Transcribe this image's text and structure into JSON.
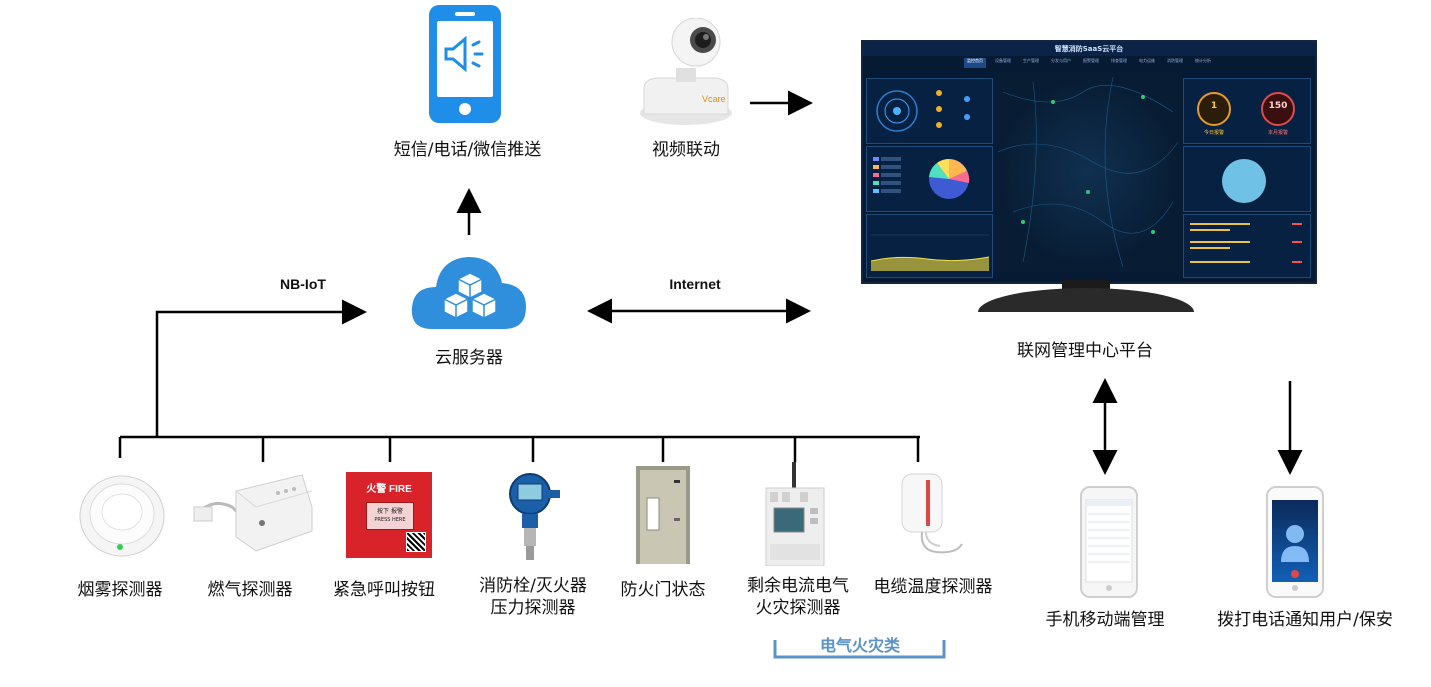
{
  "nodes": {
    "sms": "短信/电话/微信推送",
    "video": "视频联动",
    "cloud": "云服务器",
    "platform": "联网管理中心平台",
    "mobile": "手机移动端管理",
    "call": "拨打电话通知用户/保安",
    "smoke": "烟雾探测器",
    "gas": "燃气探测器",
    "button": "紧急呼叫按钮",
    "hydrant_line1": "消防栓/灭火器",
    "hydrant_line2": "压力探测器",
    "door": "防火门状态",
    "residual_line1": "剩余电流电气",
    "residual_line2": "火灾探测器",
    "cable": "电缆温度探测器"
  },
  "links": {
    "nbiot": "NB-IoT",
    "internet": "Internet"
  },
  "group_label": "电气火灾类",
  "camera_brand": "Vcare",
  "alarm_button": {
    "header": "火警 FIRE",
    "press": "按下 报警",
    "press_en": "PRESS HERE"
  },
  "dashboard": {
    "title": "智慧消防SaaS云平台",
    "nav": [
      "监控首页",
      "设备管理",
      "生产管理",
      "分发与用户",
      "报警管理",
      "排查管理",
      "电力运维",
      "消防管理",
      "统计分析"
    ],
    "gauge1": "1",
    "gauge2": "150",
    "gauge1_label": "今日报警",
    "gauge2_label": "本月报警"
  },
  "colors": {
    "cloud_blue": "#2f8fdc",
    "phone_blue": "#1f8ee8",
    "group_bracket": "#5b93c9",
    "line": "#000000"
  }
}
